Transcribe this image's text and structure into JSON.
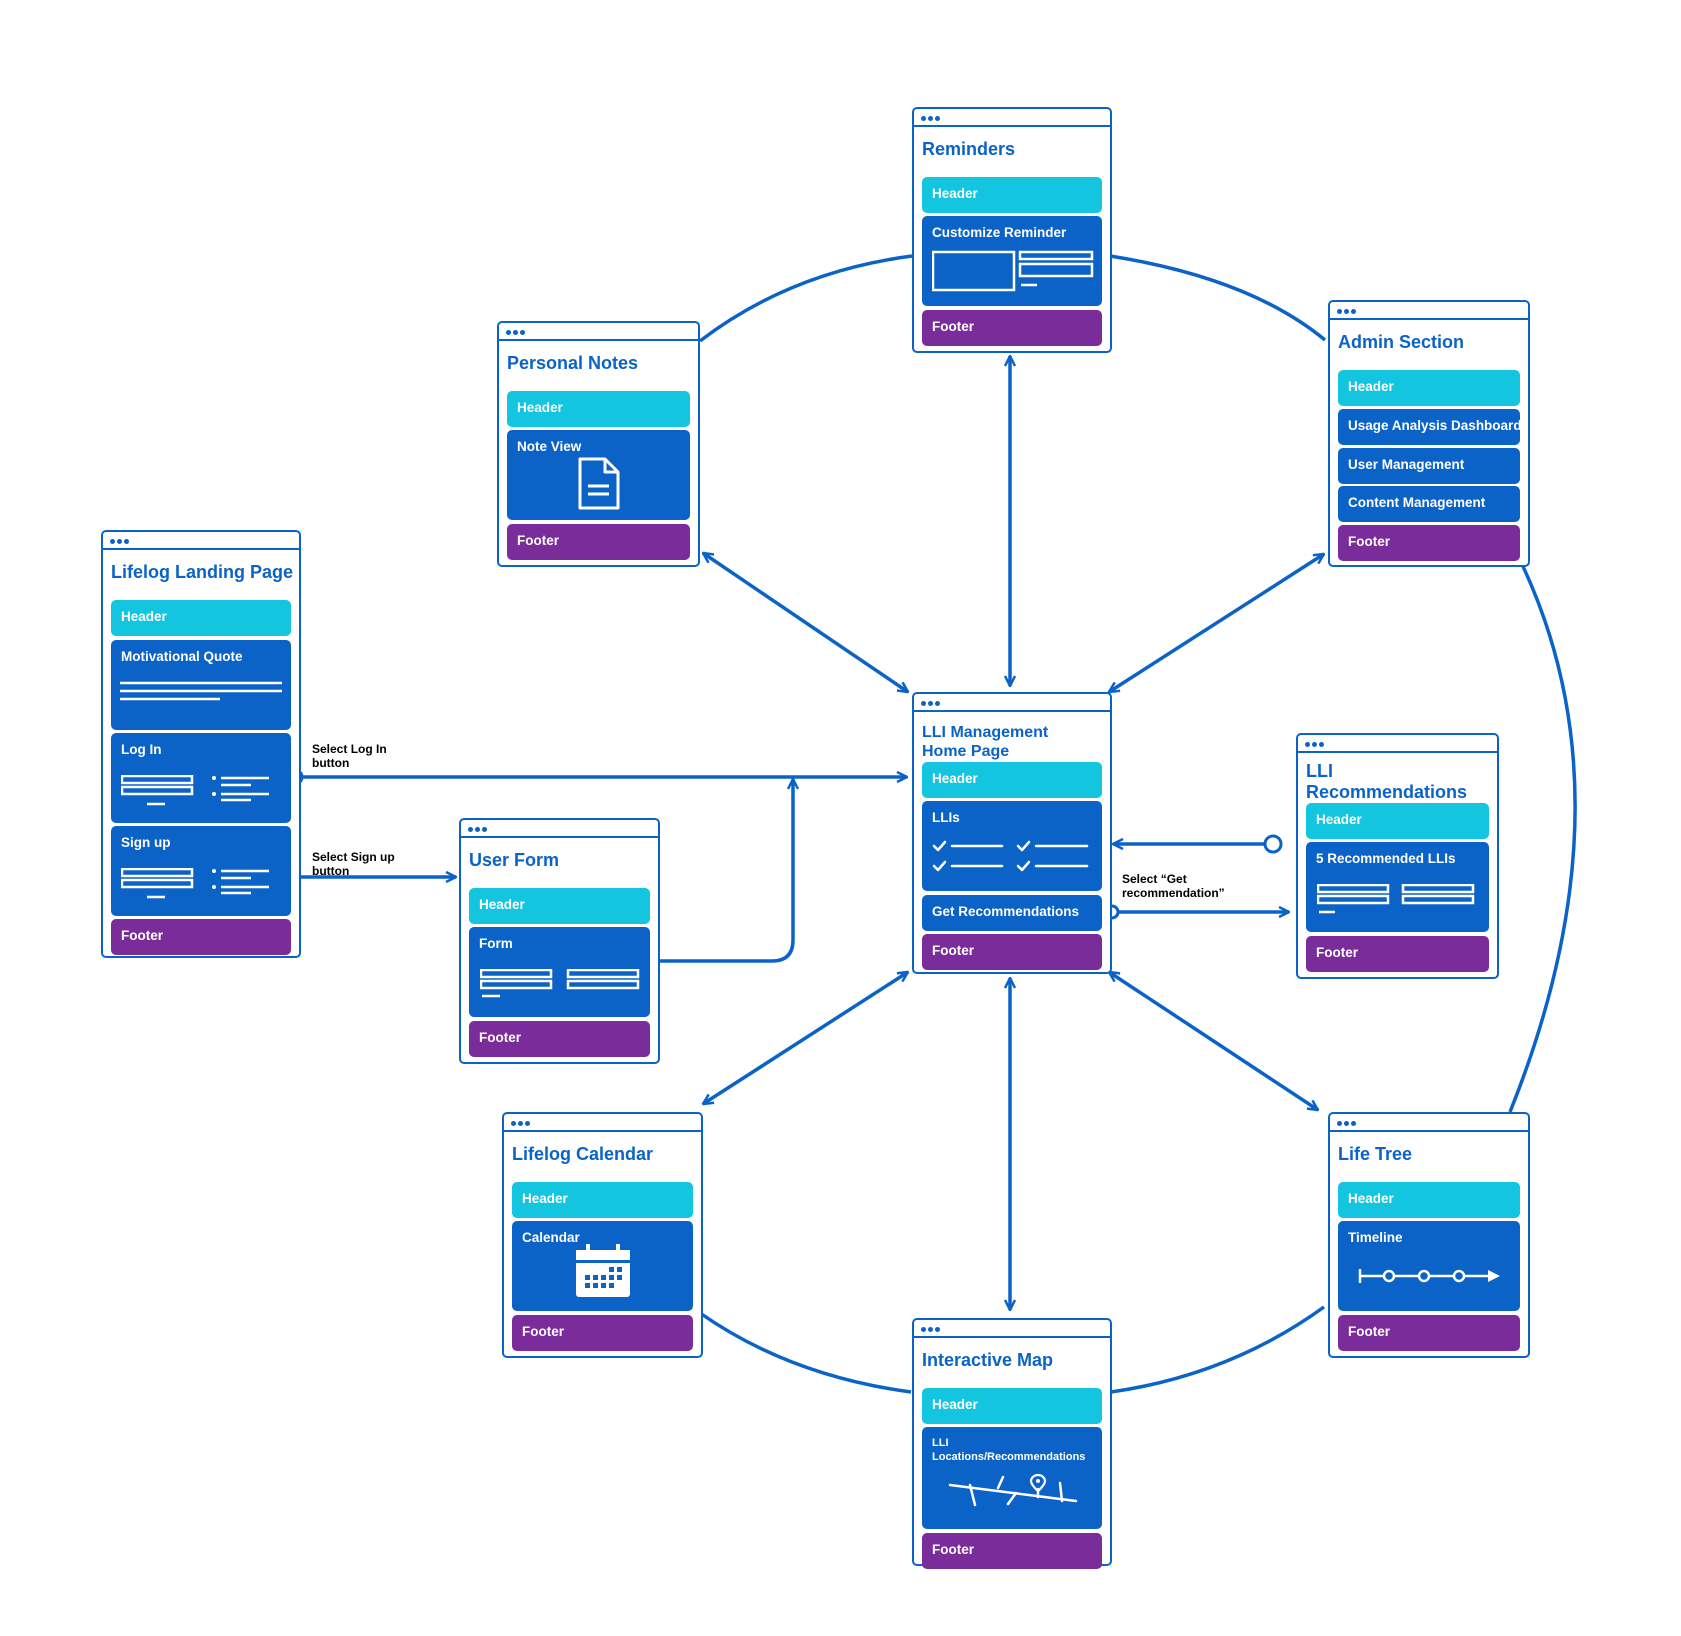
{
  "colors": {
    "line": "#0b63c8",
    "header": "#13c5de",
    "section": "#0b63c8",
    "footer": "#7b2c9b"
  },
  "cards": {
    "landing": {
      "title": "Lifelog Landing Page",
      "header": "Header",
      "quote": "Motivational Quote",
      "login": "Log In",
      "signup": "Sign up",
      "footer": "Footer"
    },
    "userform": {
      "title": "User Form",
      "header": "Header",
      "form": "Form",
      "footer": "Footer"
    },
    "notes": {
      "title": "Personal Notes",
      "header": "Header",
      "noteview": "Note View",
      "footer": "Footer"
    },
    "reminders": {
      "title": "Reminders",
      "header": "Header",
      "customize": "Customize Reminder",
      "footer": "Footer"
    },
    "admin": {
      "title": "Admin Section",
      "header": "Header",
      "usage": "Usage Analysis Dashboard",
      "users": "User Management",
      "content": "Content Management",
      "footer": "Footer"
    },
    "home": {
      "title1": "LLI Management",
      "title2": "Home Page",
      "header": "Header",
      "llis": "LLIs",
      "getrec": "Get Recommendations",
      "footer": "Footer"
    },
    "recs": {
      "title1": "LLI",
      "title2": "Recommendations",
      "header": "Header",
      "five": "5 Recommended LLIs",
      "footer": "Footer"
    },
    "calendar": {
      "title": "Lifelog Calendar",
      "header": "Header",
      "calendar": "Calendar",
      "footer": "Footer"
    },
    "lifetree": {
      "title": "Life Tree",
      "header": "Header",
      "timeline": "Timeline",
      "footer": "Footer"
    },
    "map": {
      "title": "Interactive Map",
      "header": "Header",
      "locs1": "LLI",
      "locs2": "Locations/Recommendations",
      "footer": "Footer"
    }
  },
  "labels": {
    "login1": "Select Log In",
    "login2": "button",
    "signup1": "Select Sign up",
    "signup2": "button",
    "getrec1": "Select “Get",
    "getrec2": "recommendation”"
  }
}
